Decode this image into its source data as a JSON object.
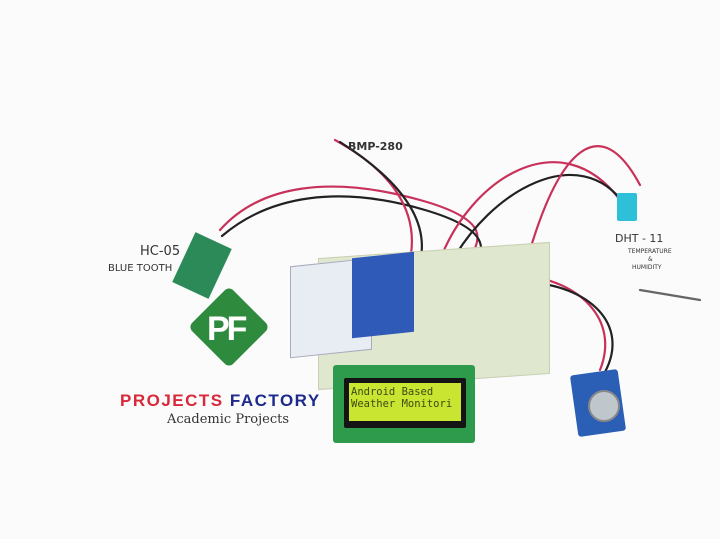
{
  "photo": {
    "subject": "Android based weather monitoring electronics project",
    "lcd_display": {
      "line1": "Android Based",
      "line2": "Weather Monitori"
    },
    "labels": {
      "bluetooth_module": "HC-05",
      "bluetooth_caption": "BLUE TOOTH",
      "pressure_sensor": "BMP-280",
      "humidity_sensor": "DHT - 11",
      "humidity_caption_1": "TEMPERATURE",
      "humidity_caption_2": "&",
      "humidity_caption_3": "HUMIDITY"
    },
    "logo": {
      "initials": "PF",
      "brand_word_1": "PROJECTS",
      "brand_word_2": "FACTORY",
      "tagline": "Academic Projects"
    },
    "colors": {
      "background": "#fbfbfb",
      "brand_red": "#d8283a",
      "brand_blue": "#1c2a8c",
      "logo_green": "#2e8b3e",
      "lcd_backlight": "#c9e532",
      "wire_red": "#c8325a"
    }
  }
}
